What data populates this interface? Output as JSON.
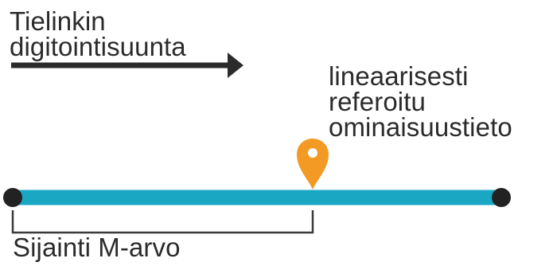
{
  "labels": {
    "direction": [
      "Tielinkin",
      "digitointisuunta"
    ],
    "feature": [
      "lineaarisesti",
      "referoitu",
      "ominaisuustieto"
    ],
    "position": "Sijainti M-arvo"
  },
  "icons": {
    "direction": "arrow-right-icon",
    "feature": "map-pin-icon",
    "link_start": "endpoint-node-icon",
    "link_end": "endpoint-node-icon"
  },
  "colors": {
    "link": "#19a7c4",
    "pin": "#f39a24",
    "nodes": "#222222",
    "text": "#2b2b2b",
    "arrow": "#2b2b2b",
    "bracket": "#3a3a3a"
  }
}
